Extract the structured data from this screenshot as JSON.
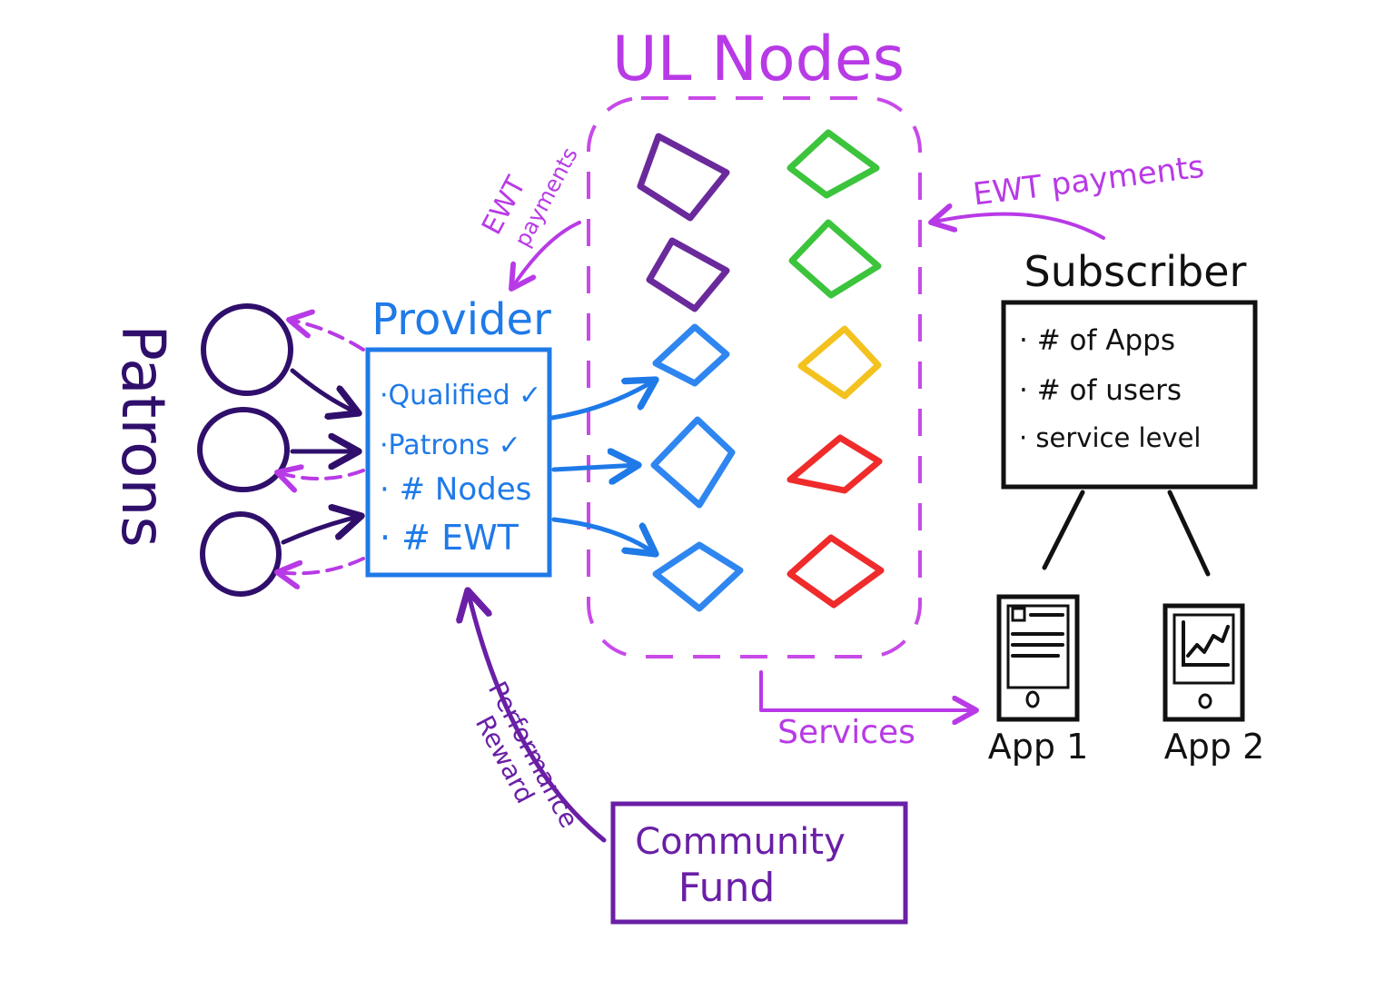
{
  "title": "UL Nodes",
  "colors": {
    "node_purple": "#6a2a9c",
    "node_green": "#3cc43c",
    "node_blue": "#2f86f0",
    "node_yellow": "#f4c21f",
    "node_red": "#ef2b2b",
    "label_purple": "#b83ae6",
    "patron_dark": "#2f0f6b",
    "provider_blue": "#1f7ae8",
    "fund_purple": "#6a1fa6"
  },
  "patrons": {
    "label": "Patrons"
  },
  "provider": {
    "title": "Provider",
    "items": [
      "·Qualified ✓",
      "·Patrons ✓",
      "· # Nodes",
      "· # EWT"
    ]
  },
  "ewt_left": {
    "line1": "EWT",
    "line2": "payments"
  },
  "ewt_right": {
    "label": "EWT payments"
  },
  "subscriber": {
    "title": "Subscriber",
    "items": [
      "· # of  Apps",
      "· # of  users",
      "· service  level"
    ]
  },
  "apps": [
    {
      "label": "App 1"
    },
    {
      "label": "App 2"
    }
  ],
  "services": {
    "label": "Services"
  },
  "performance": {
    "line1": "Performance",
    "line2": "Reward"
  },
  "community_fund": {
    "line1": "Community",
    "line2": "Fund"
  },
  "node_grid": {
    "left_column": [
      "purple",
      "purple",
      "blue",
      "blue",
      "blue"
    ],
    "right_column": [
      "green",
      "green",
      "yellow",
      "red",
      "red"
    ]
  }
}
